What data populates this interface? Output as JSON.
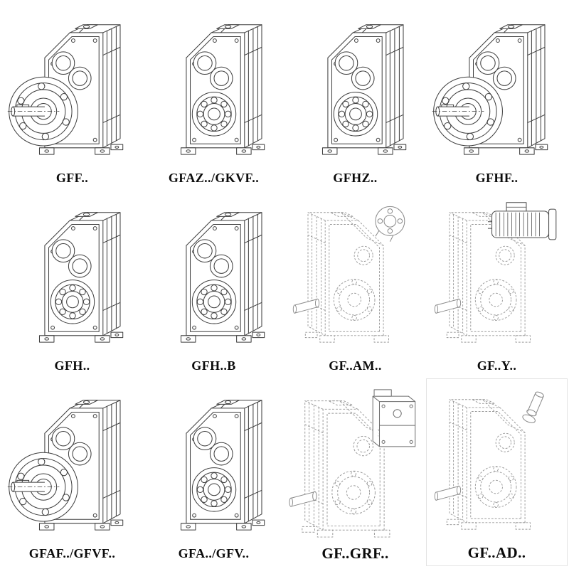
{
  "page": {
    "kind": "gearbox-series-catalog",
    "line_color": "#3f3f3f",
    "phantom_line_color": "#999999",
    "background": "#ffffff"
  },
  "cells": [
    {
      "label": "GFF..",
      "variant": "flange-mounted-gearbox-solid"
    },
    {
      "label": "GFAZ../GKVF..",
      "variant": "shaft-bore-gearbox-solid"
    },
    {
      "label": "GFHZ..",
      "variant": "shaft-bore-gearbox-solid"
    },
    {
      "label": "GFHF..",
      "variant": "flange-mounted-gearbox-solid"
    },
    {
      "label": "GFH..",
      "variant": "shaft-bore-gearbox-solid"
    },
    {
      "label": "GFH..B",
      "variant": "shaft-bore-gearbox-solid"
    },
    {
      "label": "GF..AM..",
      "variant": "phantom-gearbox-input-flange"
    },
    {
      "label": "GF..Y..",
      "variant": "phantom-gearbox-with-motor"
    },
    {
      "label": "GFAF../GFVF..",
      "variant": "flange-mounted-gearbox-solid"
    },
    {
      "label": "GFA../GFV..",
      "variant": "shaft-bore-gearbox-solid"
    },
    {
      "label": "GF..GRF..",
      "variant": "phantom-gearbox-with-adapter"
    },
    {
      "label": "GF..AD..",
      "variant": "phantom-gearbox-input-shaft"
    }
  ]
}
